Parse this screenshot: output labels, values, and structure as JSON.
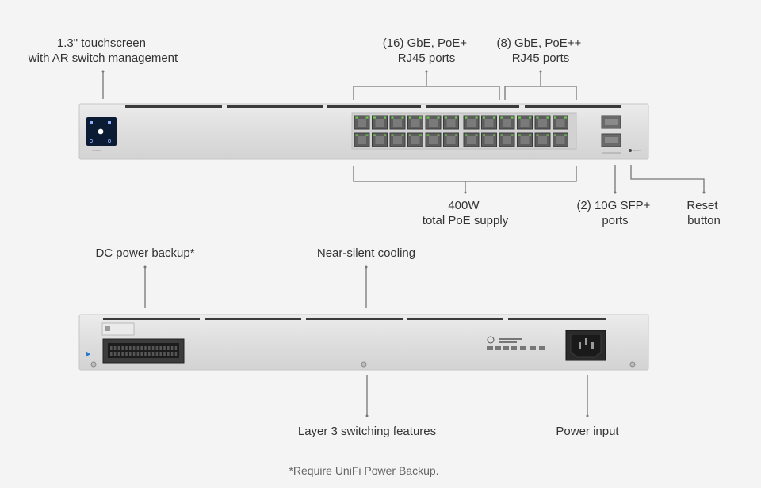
{
  "labels": {
    "touchscreen": [
      "1.3\" touchscreen",
      "with AR switch management"
    ],
    "gbe_poe_plus": [
      "(16) GbE, PoE+",
      "RJ45 ports"
    ],
    "gbe_poe_plus_plus": [
      "(8) GbE, PoE++",
      "RJ45 ports"
    ],
    "poe_supply": [
      "400W",
      "total PoE supply"
    ],
    "sfp_ports": [
      "(2) 10G SFP+",
      "ports"
    ],
    "reset_button": [
      "Reset",
      "button"
    ],
    "dc_power_backup": "DC power backup*",
    "cooling": "Near-silent cooling",
    "layer3": "Layer 3 switching features",
    "power_input": "Power input"
  },
  "device": {
    "model_badge": "USW Pro",
    "reset_marking": "RESET"
  },
  "footnote": "*Require UniFi Power Backup.",
  "colors": {
    "chassis": "#e3e3e3",
    "port_led": "#6bc94a",
    "screen": "#0b1b33"
  }
}
